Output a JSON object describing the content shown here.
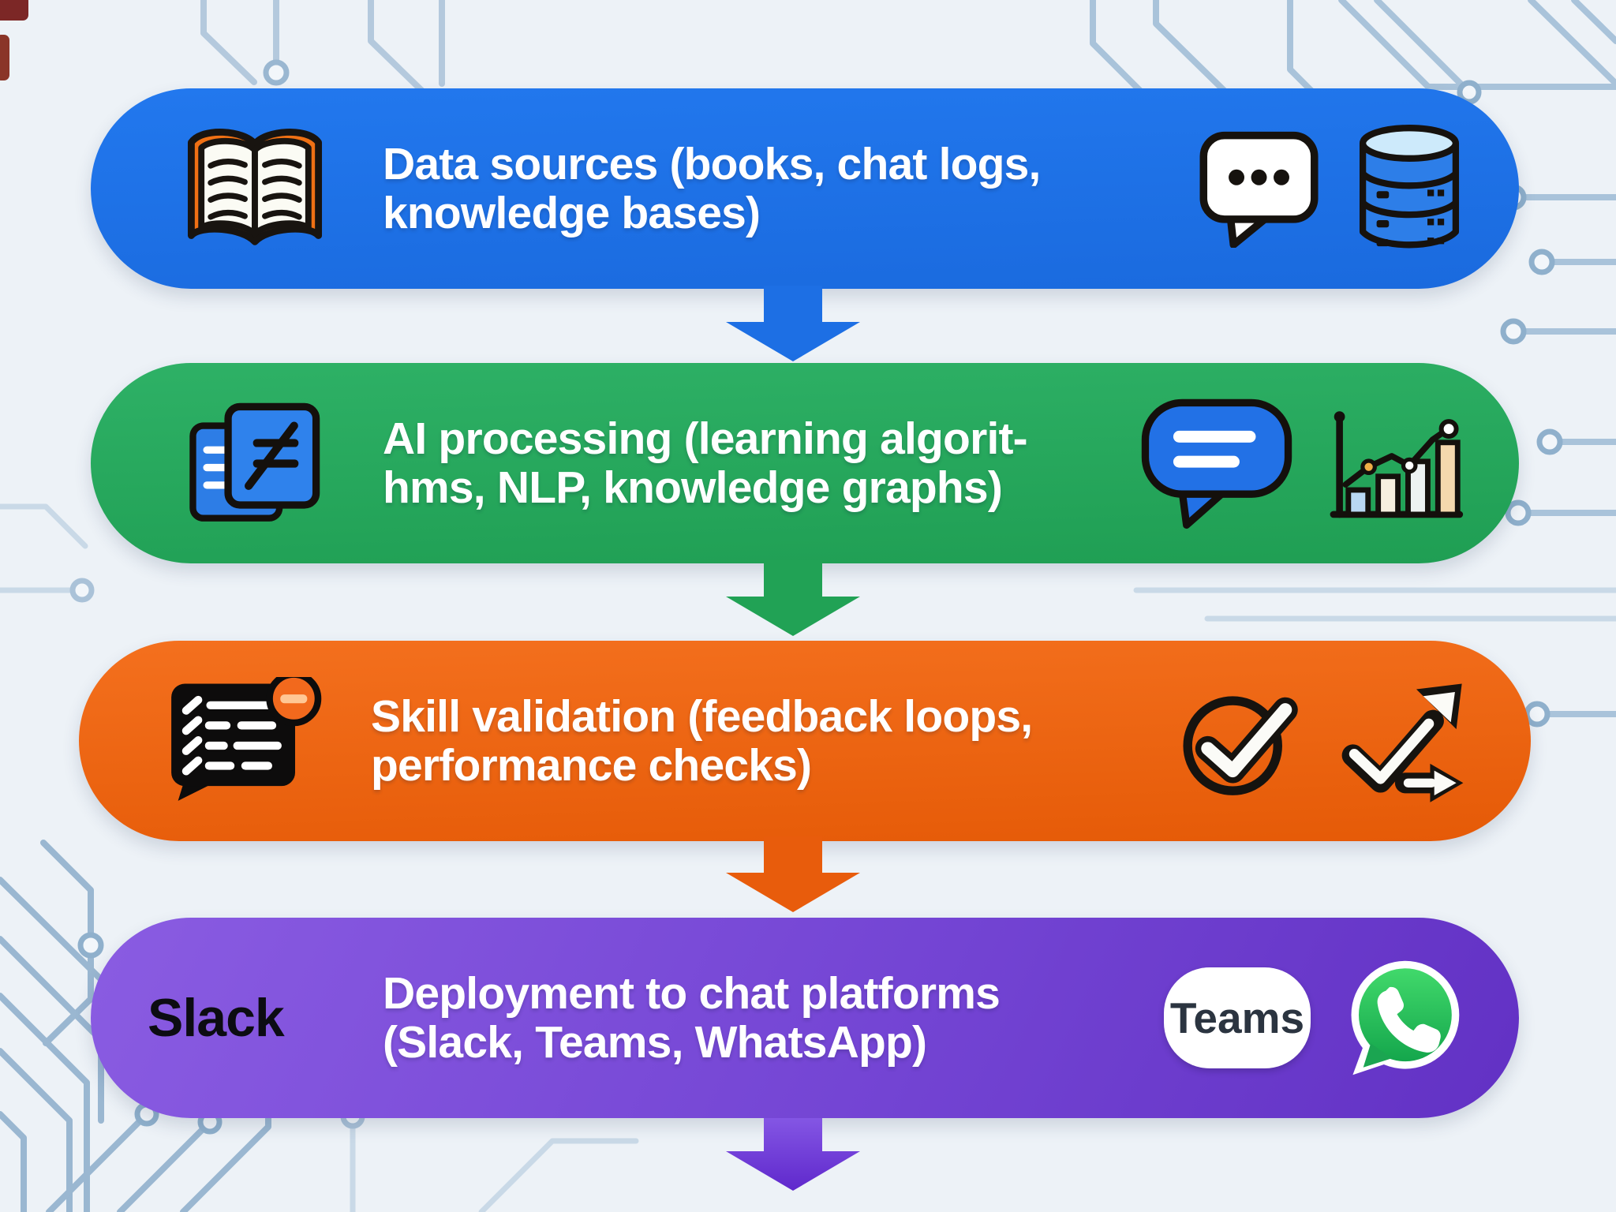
{
  "steps": [
    {
      "name": "data-sources",
      "line1": "Data sources (books, chat logs,",
      "line2": "knowledge bases)",
      "bar_color": "#1e72e8",
      "arrow_color": "#1d6fe4",
      "left_icon": "open-book-icon",
      "right_icon_1": "chat-dots-icon",
      "right_icon_2": "database-icon"
    },
    {
      "name": "ai-processing",
      "line1": "AI processing (learning algorit-",
      "line2": "hms, NLP, knowledge graphs)",
      "bar_color": "#27a95c",
      "arrow_color": "#21a255",
      "left_icon": "documents-icon",
      "right_icon_1": "chat-lines-icon",
      "right_icon_2": "bar-chart-icon"
    },
    {
      "name": "skill-validation",
      "line1": "Skill validation (feedback loops,",
      "line2": "performance checks)",
      "bar_color": "#ef6715",
      "arrow_color": "#e85c0c",
      "left_icon": "checklist-icon",
      "right_icon_1": "check-circle-icon",
      "right_icon_2": "trend-arrows-icon"
    },
    {
      "name": "deployment",
      "line1": "Deployment to chat platforms",
      "line2": "(Slack, Teams, WhatsApp)",
      "bar_color": "#7a4ad6",
      "arrow_color": "#7b3fd8",
      "left_label": "Slack",
      "teams_badge_label": "Teams",
      "right_icon_2": "whatsapp-icon"
    }
  ],
  "background": {
    "color": "#edf2f7",
    "circuit_line_color": "#a9c3da",
    "whatsapp_green": "#25d366"
  }
}
